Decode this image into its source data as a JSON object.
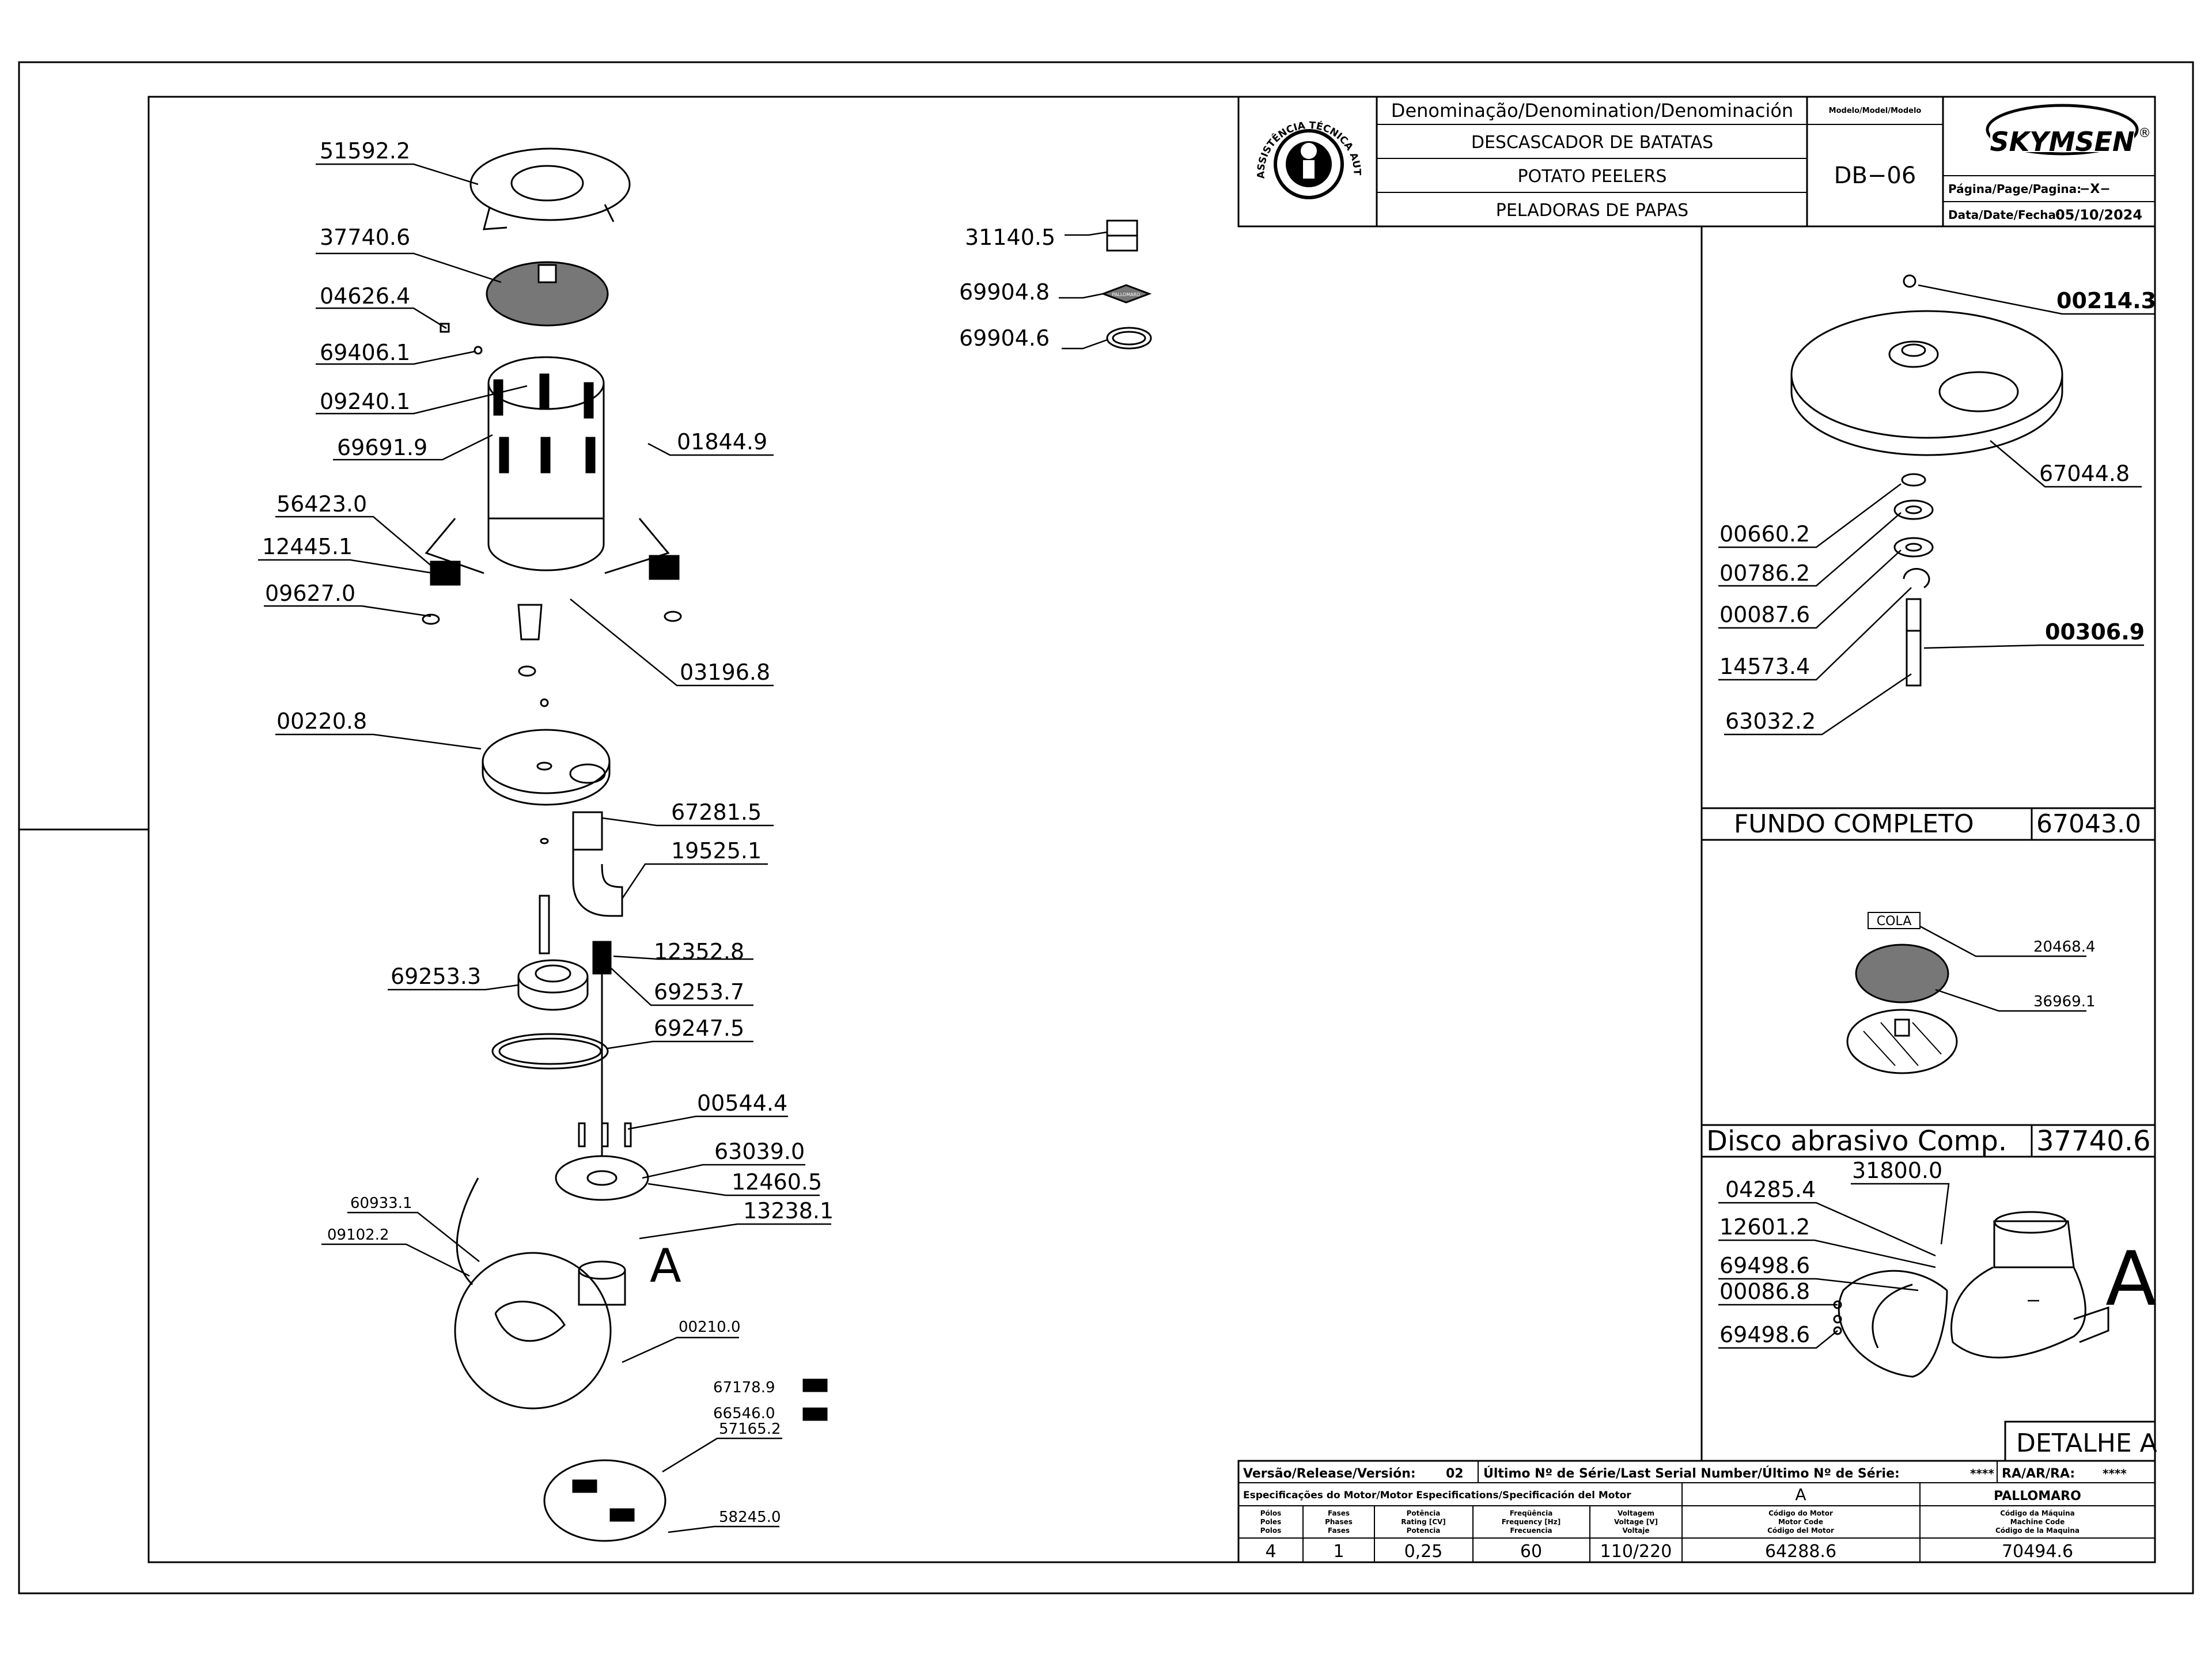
{
  "title_block": {
    "stamp_text": "ASSISTÊNCIA TÉCNICA AUTORIZADA",
    "denomination_header": "Denominação/Denomination/Denominación",
    "model_header": "Modelo/Model/Modelo",
    "name_pt": "DESCASCADOR DE BATATAS",
    "name_en": "POTATO PEELERS",
    "name_es": "PELADORAS DE PAPAS",
    "model": "DB−06",
    "brand": "SKYMSEN",
    "brand_mark": "®",
    "page_label": "Página/Page/Pagina:",
    "page_value": "−X−",
    "date_label": "Data/Date/Fecha:",
    "date_value": "05/10/2024"
  },
  "main_parts": [
    "51592.2",
    "37740.6",
    "04626.4",
    "69406.1",
    "09240.1",
    "69691.9",
    "01844.9",
    "56423.0",
    "12445.1",
    "09627.0",
    "03196.8",
    "00220.8",
    "67281.5",
    "19525.1",
    "12352.8",
    "69253.3",
    "69253.7",
    "69247.5",
    "00544.4",
    "63039.0",
    "12460.5",
    "13238.1",
    "60933.1",
    "09102.2",
    "00210.0",
    "67178.9",
    "66546.0",
    "57165.2",
    "58245.0"
  ],
  "detail_A_letter": "A",
  "accessory_parts": [
    "31140.5",
    "69904.8",
    "69904.6"
  ],
  "accessory_badge_text": "PALLOMARO",
  "fundo_panel": {
    "parts": [
      "00214.3",
      "67044.8",
      "00660.2",
      "00786.2",
      "00087.6",
      "14573.4",
      "63032.2",
      "00306.9"
    ],
    "title": "FUNDO COMPLETO",
    "code": "67043.0"
  },
  "disco_panel": {
    "tag": "COLA",
    "parts": [
      "20468.4",
      "36969.1"
    ],
    "title": "Disco abrasivo Comp.",
    "code": "37740.6"
  },
  "detalhe_panel": {
    "parts": [
      "04285.4",
      "31800.0",
      "12601.2",
      "69498.6",
      "00086.8",
      "69498.6"
    ],
    "letter": "A",
    "title": "DETALHE A"
  },
  "bottom_block": {
    "release_label": "Versão/Release/Versión:",
    "release_value": "02",
    "serial_label": "Último Nº de Série/Last Serial Number/Último Nº de Série:",
    "serial_value": "****",
    "ra_label": "RA/AR/RA:",
    "ra_value": "****",
    "motor_spec_label": "Especificações do Motor/Motor Especifications/Specificación del Motor",
    "motor_spec_value": "A",
    "machine_value": "PALLOMARO",
    "col_headers": [
      [
        "Pólos",
        "Poles",
        "Polos"
      ],
      [
        "Fases",
        "Phases",
        "Fases"
      ],
      [
        "Potência",
        "Rating [CV]",
        "Potencia"
      ],
      [
        "Freqüência",
        "Frequency [Hz]",
        "Frecuencia"
      ],
      [
        "Voltagem",
        "Voltage [V]",
        "Voltaje"
      ],
      [
        "Código do Motor",
        "Motor Code",
        "Código del Motor"
      ],
      [
        "Código da Máquina",
        "Machine Code",
        "Código de la Maquina"
      ]
    ],
    "values": [
      "4",
      "1",
      "0,25",
      "60",
      "110/220",
      "64288.6",
      "70494.6"
    ]
  }
}
